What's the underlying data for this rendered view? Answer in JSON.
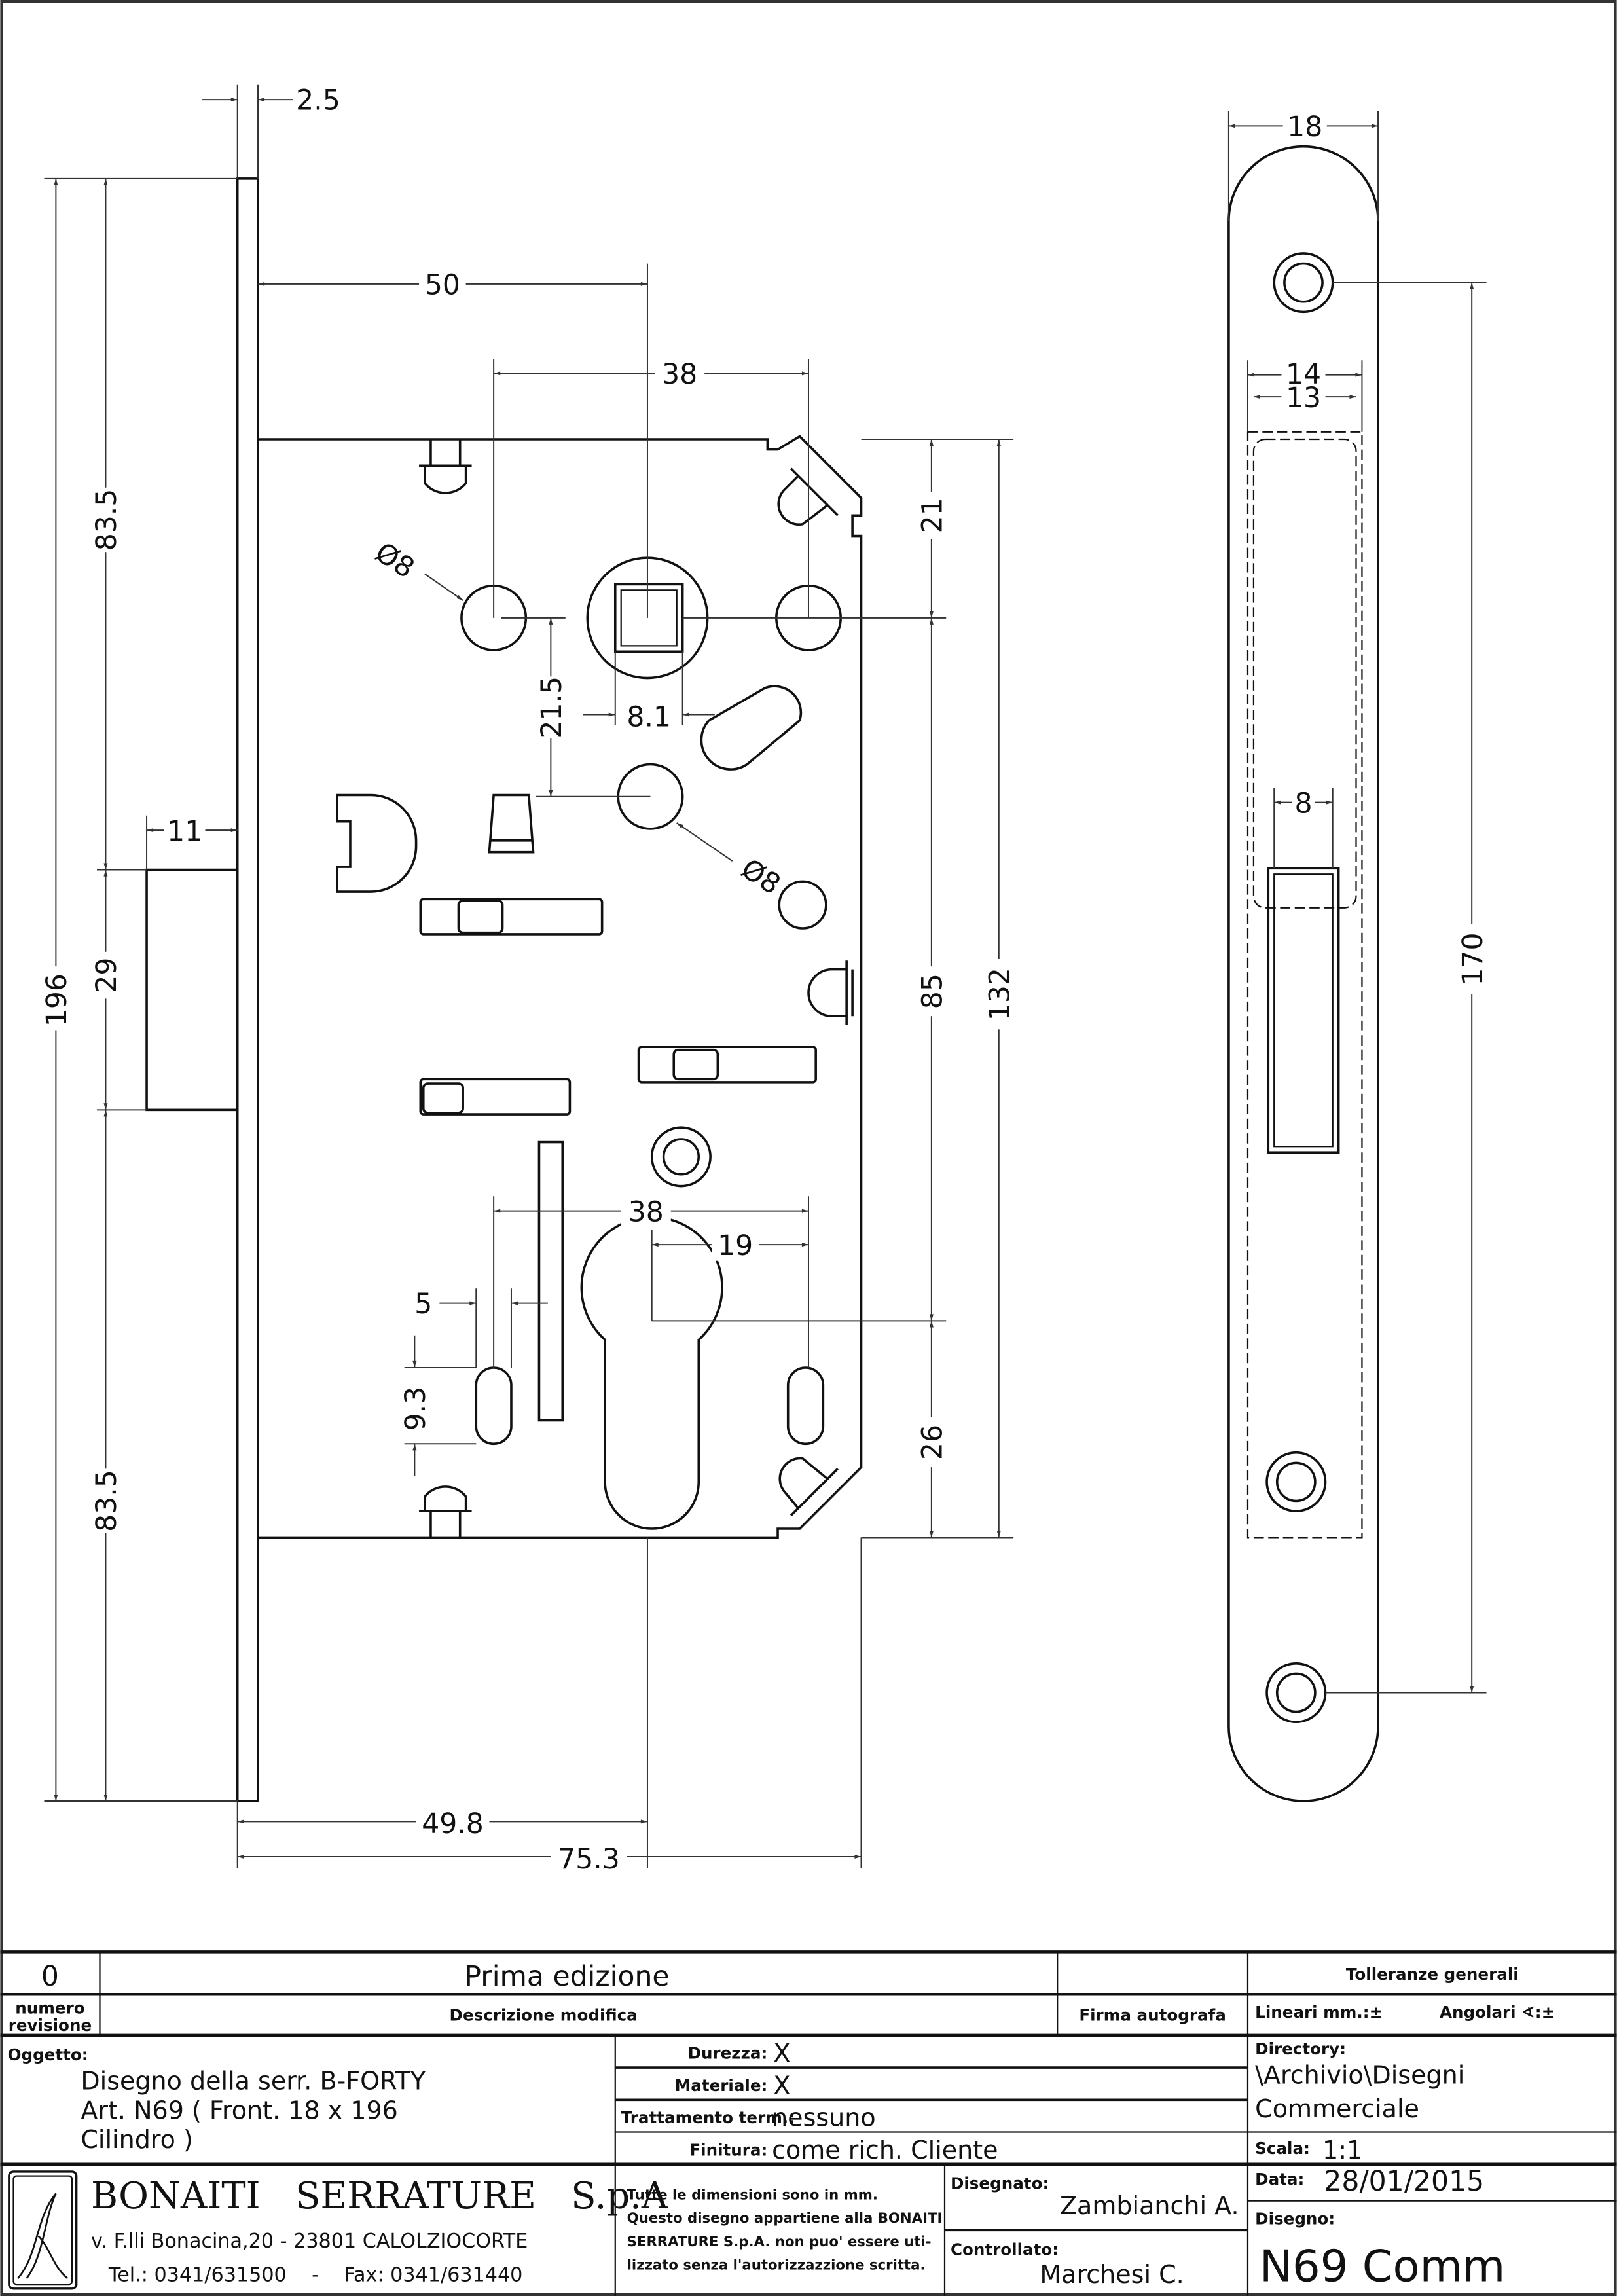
{
  "dimensions": {
    "faceplate_thickness": "2.5",
    "backset": "50",
    "top_hole_spacing": "38",
    "upper_height": "83.5",
    "total_height": "196",
    "latch_height": "29",
    "lower_height": "83.5",
    "latch_projection": "11",
    "top_to_spindle": "21",
    "spindle_to_cylinder": "85",
    "cylinder_to_bottom": "26",
    "case_height": "132",
    "hole_diameter_1": "Ø8",
    "hole_diameter_2": "Ø8",
    "hole_offset": "21.5",
    "spindle_square": "8.1",
    "cylinder_backset": "49.8",
    "case_depth": "75.3",
    "bottom_hole_spacing": "38",
    "half_spacing": "19",
    "slot_width": "5",
    "slot_height": "9.3",
    "strike_width": "18",
    "strike_outer_recess": "14",
    "strike_inner_recess": "13",
    "strike_slot": "8",
    "strike_hole_spacing": "170"
  },
  "title_block": {
    "revision_number": "0",
    "revision_description": "Prima edizione",
    "revision_label": "numero",
    "revision_label2": "revisione",
    "description_label": "Descrizione modifica",
    "signature_label": "Firma autografa",
    "tolerances_title": "Tolleranze generali",
    "linear_tol": "Lineari mm.:±",
    "angular_tol": "Angolari ∢:±",
    "subject_label": "Oggetto:",
    "subject_lines": [
      "Disegno della serr. B-FORTY",
      "Art. N69 ( Front. 18 x 196",
      "Cilindro )"
    ],
    "hardness_label": "Durezza:",
    "hardness": "X",
    "material_label": "Materiale:",
    "material": "X",
    "heat_treatment_label": "Trattamento term.:",
    "heat_treatment": "nessuno",
    "finish_label": "Finitura:",
    "finish": "come rich. Cliente",
    "directory_label": "Directory:",
    "directory_lines": [
      "\\Archivio\\Disegni",
      "Commerciale"
    ],
    "scale_label": "Scala:",
    "scale": "1:1",
    "date_label": "Data:",
    "date": "28/01/2015",
    "drawing_label": "Disegno:",
    "drawing": "N69 Comm",
    "drawn_label": "Disegnato:",
    "drawn_by": "Zambianchi A.",
    "checked_label": "Controllato:",
    "checked_by": "Marchesi C.",
    "note_lines": [
      "Tutte le dimensioni sono in mm.",
      "Questo disegno appartiene alla BONAITI",
      "SERRATURE S.p.A. non puo' essere uti-",
      "lizzato senza l'autorizzazzione scritta."
    ],
    "company_name": "BONAITI   SERRATURE   S.p.A",
    "company_address": "v. F.lli Bonacina,20 - 23801 CALOLZIOCORTE",
    "company_phone": "Tel.: 0341/631500    -    Fax: 0341/631440"
  },
  "colors": {
    "line": "#111111",
    "background": "#ffffff"
  }
}
